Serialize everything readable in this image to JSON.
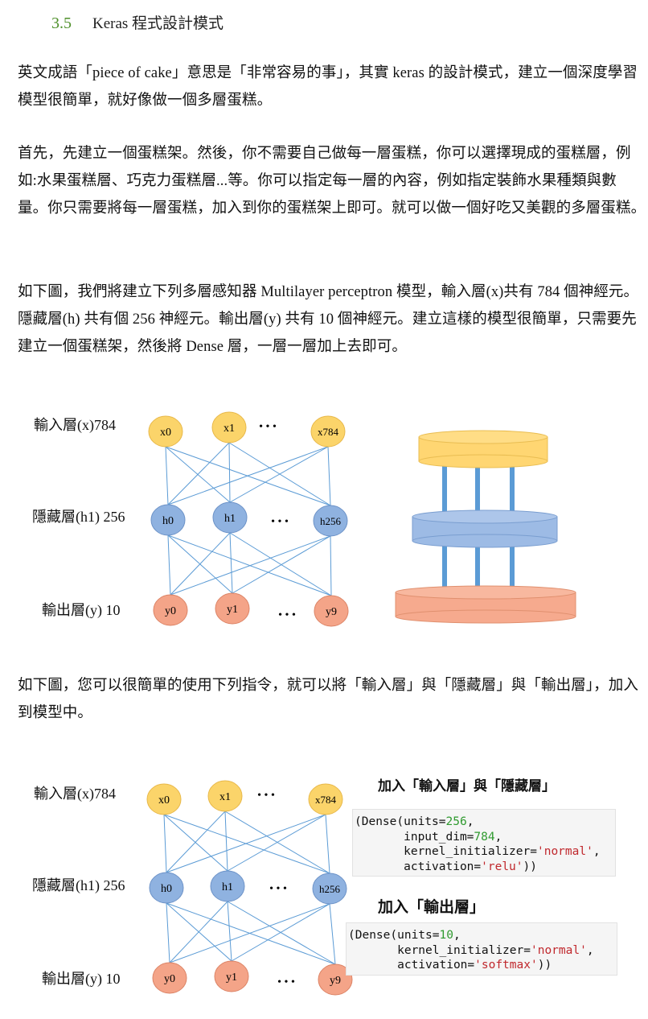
{
  "section": {
    "number": "3.5",
    "title": "Keras 程式設計模式"
  },
  "paragraphs": {
    "p1": "英文成語「piece of cake」意思是「非常容易的事」，其實 keras 的設計模式，建立一個深度學習模型很簡單，就好像做一個多層蛋糕。",
    "p2": "首先，先建立一個蛋糕架。然後，你不需要自己做每一層蛋糕，你可以選擇現成的蛋糕層，例如:水果蛋糕層、巧克力蛋糕層...等。你可以指定每一層的內容，例如指定裝飾水果種類與數量。你只需要將每一層蛋糕，加入到你的蛋糕架上即可。就可以做一個好吃又美觀的多層蛋糕。",
    "p3": "如下圖，我們將建立下列多層感知器 Multilayer perceptron 模型，輸入層(x)共有 784 個神經元。隱藏層(h) 共有個 256 神經元。輸出層(y) 共有 10 個神經元。建立這樣的模型很簡單，只需要先建立一個蛋糕架，然後將 Dense 層，一層一層加上去即可。",
    "p4": "如下圖，您可以很簡單的使用下列指令，就可以將「輸入層」與「隱藏層」與「輸出層」，加入到模型中。"
  },
  "network": {
    "layer_labels": {
      "input": "輸入層(x)784",
      "hidden": "隱藏層(h1) 256",
      "output": "輸出層(y) 10"
    },
    "input_nodes": [
      "x0",
      "x1",
      "x784"
    ],
    "hidden_nodes": [
      "h0",
      "h1",
      "h256"
    ],
    "output_nodes": [
      "y0",
      "y1",
      "y9"
    ],
    "ellipsis": "• • •",
    "colors": {
      "input_fill": "#fbd46a",
      "input_stroke": "#e8b84a",
      "hidden_fill": "#8fb2e0",
      "hidden_stroke": "#6d93c8",
      "output_fill": "#f4a488",
      "output_stroke": "#dc8466",
      "edge": "#5b9bd5"
    }
  },
  "cake": {
    "colors": {
      "top": "#ffd672",
      "middle": "#9dbbe5",
      "bottom": "#f6aa8e",
      "pillar": "#5b9bd5"
    }
  },
  "code": {
    "block1_title": "加入「輸入層」與「隱藏層」",
    "block1_lines": [
      [
        {
          "t": "(Dense(units="
        },
        {
          "t": "256",
          "c": "num"
        },
        {
          "t": ","
        }
      ],
      [
        {
          "t": "       input_dim="
        },
        {
          "t": "784",
          "c": "num"
        },
        {
          "t": ","
        }
      ],
      [
        {
          "t": "       kernel_initializer="
        },
        {
          "t": "'normal'",
          "c": "str"
        },
        {
          "t": ","
        }
      ],
      [
        {
          "t": "       activation="
        },
        {
          "t": "'relu'",
          "c": "str"
        },
        {
          "t": "))"
        }
      ]
    ],
    "block2_title": "加入「輸出層」",
    "block2_lines": [
      [
        {
          "t": "(Dense(units="
        },
        {
          "t": "10",
          "c": "num"
        },
        {
          "t": ","
        }
      ],
      [
        {
          "t": "       kernel_initializer="
        },
        {
          "t": "'normal'",
          "c": "str"
        },
        {
          "t": ","
        }
      ],
      [
        {
          "t": "       activation="
        },
        {
          "t": "'softmax'",
          "c": "str"
        },
        {
          "t": "))"
        }
      ]
    ]
  }
}
